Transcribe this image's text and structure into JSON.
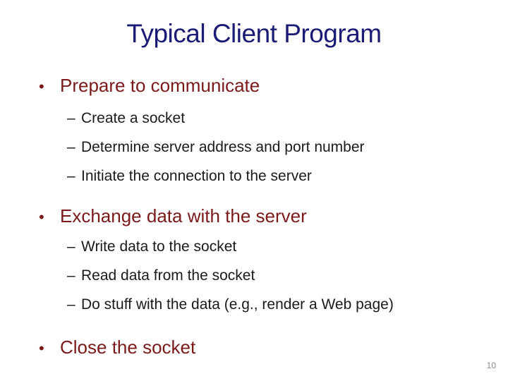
{
  "slide": {
    "title": "Typical Client Program",
    "page_number": "10"
  },
  "markers": {
    "level1": "•",
    "level2": "–"
  },
  "sections": [
    {
      "heading": "Prepare to communicate",
      "items": [
        "Create a socket",
        "Determine server address and port number",
        "Initiate the connection to the server"
      ]
    },
    {
      "heading": "Exchange data with the server",
      "items": [
        "Write data to the socket",
        "Read data from the socket",
        "Do stuff with the data (e.g., render a Web page)"
      ]
    },
    {
      "heading": "Close the socket",
      "items": []
    }
  ],
  "colors": {
    "title": "#1b1b76",
    "heading": "#7a1a1a",
    "body": "#1a1a1a",
    "page_number": "#8a8a8a",
    "background": "#ffffff"
  }
}
